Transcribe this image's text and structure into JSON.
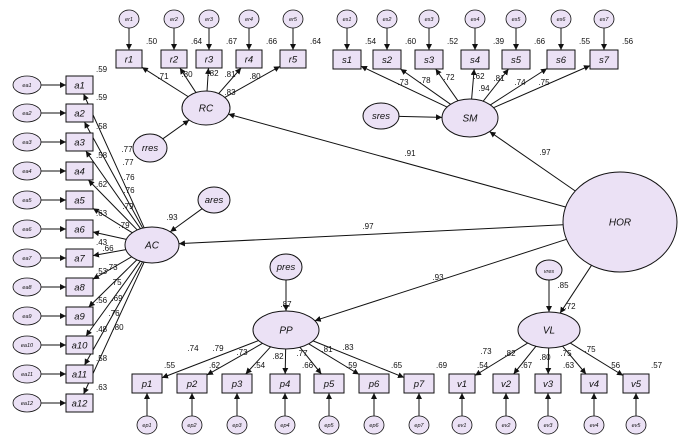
{
  "diagram": {
    "latents": [
      {
        "id": "RC",
        "label": "RC"
      },
      {
        "id": "SM",
        "label": "SM"
      },
      {
        "id": "AC",
        "label": "AC"
      },
      {
        "id": "HOR",
        "label": "HOR"
      },
      {
        "id": "PP",
        "label": "PP"
      },
      {
        "id": "VL",
        "label": "VL"
      }
    ],
    "residuals": [
      {
        "id": "rres",
        "label": "rres"
      },
      {
        "id": "sres",
        "label": "sres"
      },
      {
        "id": "ares",
        "label": "ares"
      },
      {
        "id": "pres",
        "label": "pres"
      },
      {
        "id": "vres",
        "label": "vres"
      }
    ],
    "indicators": [
      {
        "id": "r1",
        "label": "r1",
        "latent": "RC",
        "loading": ".71",
        "r2": ".50",
        "error": "er1"
      },
      {
        "id": "r2",
        "label": "r2",
        "latent": "RC",
        "loading": ".80",
        "r2": ".64",
        "error": "er2"
      },
      {
        "id": "r3",
        "label": "r3",
        "latent": "RC",
        "loading": ".82",
        "r2": ".67",
        "error": "er3"
      },
      {
        "id": "r4",
        "label": "r4",
        "latent": "RC",
        "loading": ".81",
        "r2": ".66",
        "error": "er4"
      },
      {
        "id": "r5",
        "label": "r5",
        "latent": "RC",
        "loading": ".80",
        "r2": ".64",
        "error": "er5"
      },
      {
        "id": "s1",
        "label": "s1",
        "latent": "SM",
        "loading": ".73",
        "r2": ".54",
        "error": "es1"
      },
      {
        "id": "s2",
        "label": "s2",
        "latent": "SM",
        "loading": ".78",
        "r2": ".60",
        "error": "es2"
      },
      {
        "id": "s3",
        "label": "s3",
        "latent": "SM",
        "loading": ".72",
        "r2": ".52",
        "error": "es3"
      },
      {
        "id": "s4",
        "label": "s4",
        "latent": "SM",
        "loading": ".62",
        "r2": ".39",
        "error": "es4"
      },
      {
        "id": "s5",
        "label": "s5",
        "latent": "SM",
        "loading": ".81",
        "r2": ".66",
        "error": "es5"
      },
      {
        "id": "s6",
        "label": "s6",
        "latent": "SM",
        "loading": ".74",
        "r2": ".55",
        "error": "es6"
      },
      {
        "id": "s7",
        "label": "s7",
        "latent": "SM",
        "loading": ".75",
        "r2": ".56",
        "error": "es7"
      },
      {
        "id": "a1",
        "label": "a1",
        "latent": "AC",
        "loading": ".77",
        "r2": ".59",
        "error": "ea1"
      },
      {
        "id": "a2",
        "label": "a2",
        "latent": "AC",
        "loading": ".77",
        "r2": ".59",
        "error": "ea2"
      },
      {
        "id": "a3",
        "label": "a3",
        "latent": "AC",
        "loading": ".76",
        "r2": ".58",
        "error": "ea3"
      },
      {
        "id": "a4",
        "label": "a4",
        "latent": "AC",
        "loading": ".76",
        "r2": ".58",
        "error": "ea4"
      },
      {
        "id": "a5",
        "label": "a5",
        "latent": "AC",
        "loading": ".79",
        "r2": ".62",
        "error": "ea5"
      },
      {
        "id": "a6",
        "label": "a6",
        "latent": "AC",
        "loading": ".79",
        "r2": ".63",
        "error": "ea6"
      },
      {
        "id": "a7",
        "label": "a7",
        "latent": "AC",
        "loading": ".66",
        "r2": ".43",
        "error": "ea7"
      },
      {
        "id": "a8",
        "label": "a8",
        "latent": "AC",
        "loading": ".73",
        "r2": ".53",
        "error": "ea8"
      },
      {
        "id": "a9",
        "label": "a9",
        "latent": "AC",
        "loading": ".75",
        "r2": ".56",
        "error": "ea9"
      },
      {
        "id": "a10",
        "label": "a10",
        "latent": "AC",
        "loading": ".69",
        "r2": ".48",
        "error": "ea10"
      },
      {
        "id": "a11",
        "label": "a11",
        "latent": "AC",
        "loading": ".76",
        "r2": ".58",
        "error": "ea11"
      },
      {
        "id": "a12",
        "label": "a12",
        "latent": "AC",
        "loading": ".80",
        "r2": ".63",
        "error": "ea12"
      },
      {
        "id": "p1",
        "label": "p1",
        "latent": "PP",
        "loading": ".74",
        "r2": ".55",
        "error": "ep1"
      },
      {
        "id": "p2",
        "label": "p2",
        "latent": "PP",
        "loading": ".79",
        "r2": ".62",
        "error": "ep2"
      },
      {
        "id": "p3",
        "label": "p3",
        "latent": "PP",
        "loading": ".73",
        "r2": ".54",
        "error": "ep3"
      },
      {
        "id": "p4",
        "label": "p4",
        "latent": "PP",
        "loading": ".82",
        "r2": ".66",
        "error": "ep4"
      },
      {
        "id": "p5",
        "label": "p5",
        "latent": "PP",
        "loading": ".77",
        "r2": ".59",
        "error": "ep5"
      },
      {
        "id": "p6",
        "label": "p6",
        "latent": "PP",
        "loading": ".81",
        "r2": ".65",
        "error": "ep6"
      },
      {
        "id": "p7",
        "label": "p7",
        "latent": "PP",
        "loading": ".83",
        "r2": ".69",
        "error": "ep7"
      },
      {
        "id": "v1",
        "label": "v1",
        "latent": "VL",
        "loading": ".73",
        "r2": ".54",
        "error": "ev1"
      },
      {
        "id": "v2",
        "label": "v2",
        "latent": "VL",
        "loading": ".82",
        "r2": ".67",
        "error": "ev2"
      },
      {
        "id": "v3",
        "label": "v3",
        "latent": "VL",
        "loading": ".80",
        "r2": ".63",
        "error": "ev3"
      },
      {
        "id": "v4",
        "label": "v4",
        "latent": "VL",
        "loading": ".75",
        "r2": ".56",
        "error": "ev4"
      },
      {
        "id": "v5",
        "label": "v5",
        "latent": "VL",
        "loading": ".75",
        "r2": ".57",
        "error": "ev5"
      }
    ],
    "paths": [
      {
        "from": "HOR",
        "to": "RC",
        "coef": ".91"
      },
      {
        "from": "HOR",
        "to": "SM",
        "coef": ".97"
      },
      {
        "from": "HOR",
        "to": "AC",
        "coef": ".97"
      },
      {
        "from": "HOR",
        "to": "PP",
        "coef": ".93"
      },
      {
        "from": "HOR",
        "to": "VL",
        "coef": ".85"
      }
    ],
    "endogenous_r2": [
      {
        "latent": "RC",
        "value": ".83"
      },
      {
        "latent": "SM",
        "value": ".94"
      },
      {
        "latent": "AC",
        "value": ".93"
      },
      {
        "latent": "PP",
        "value": ".87"
      },
      {
        "latent": "VL",
        "value": ".72"
      }
    ],
    "colors": {
      "fill": "#ebe1f5",
      "stroke": "#111111",
      "text": "#111111"
    }
  }
}
